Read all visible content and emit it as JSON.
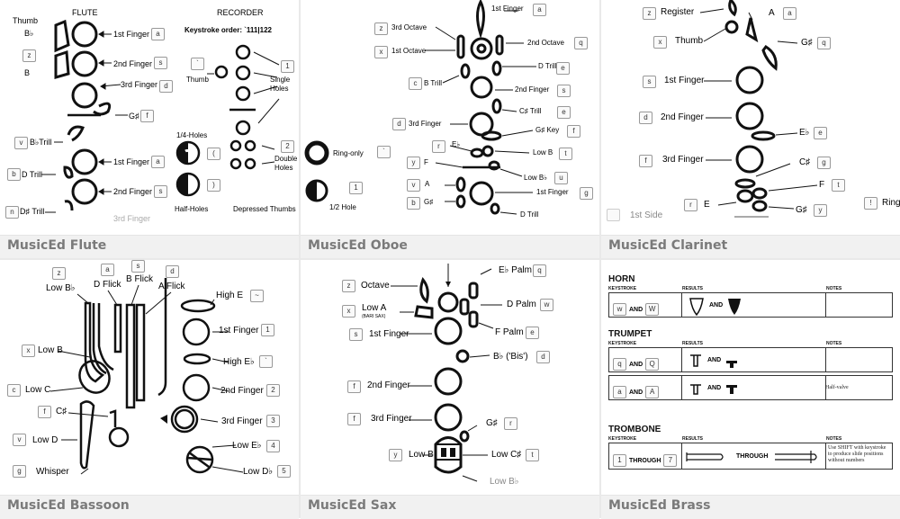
{
  "panels": {
    "flute": {
      "caption": "MusicEd Flute",
      "titles": {
        "flute": "FLUTE",
        "recorder": "RECORDER",
        "keystroke": "Keystroke order: `111|122"
      },
      "labels": {
        "thumb": "Thumb",
        "b_flat": "B♭",
        "b": "B",
        "first": "1st Finger",
        "second": "2nd Finger",
        "third": "3rd Finger",
        "gsharp": "G♯",
        "bflat_trill": "B♭Trill",
        "d_trill": "D Trill",
        "dsharp_trill": "D♯ Trill",
        "third_faded": "3rd Finger",
        "rec_thumb": "Thumb",
        "single_holes": "Single Holes",
        "double_holes": "Double Holes",
        "quarter_holes": "1/4-Holes",
        "half_holes": "Half-Holes",
        "depressed": "Depressed Thumbs"
      },
      "keys": {
        "a": "a",
        "s": "s",
        "d": "d",
        "f": "f",
        "z": "z",
        "dash": "–",
        "v": "v",
        "b": "b",
        "n": "n",
        "a2": "a",
        "s2": "s",
        "tick": "`",
        "one": "1",
        "two": "2",
        "paren_l": "(",
        "paren_r": ")"
      }
    },
    "oboe": {
      "caption": "MusicEd Oboe",
      "labels": {
        "first_top": "1st Finger",
        "third_octave": "3rd Octave",
        "first_octave": "1st Octave",
        "second_octave": "2nd Octave",
        "d_trill": "D Trill",
        "b_trill": "B Trill",
        "second": "2nd Finger",
        "csharp_trill": "C♯ Trill",
        "third": "3rd Finger",
        "gsharp_key": "G♯ Key",
        "e_flat": "E♭",
        "low_b": "Low B",
        "f": "F",
        "low_bflat": "Low B♭",
        "a": "A",
        "first": "1st Finger",
        "gsharp": "G♯",
        "d_trill2": "D Trill",
        "ring_only": "Ring-only",
        "half_hole": "1/2 Hole"
      },
      "keys": {
        "a": "a",
        "z": "z",
        "x": "x",
        "q": "q",
        "e": "e",
        "c": "c",
        "s": "s",
        "d": "d",
        "f": "f",
        "r": "r",
        "t": "t",
        "y": "y",
        "u": "u",
        "v": "v",
        "b": "b",
        "g": "g",
        "e2": "e",
        "tick": "`",
        "one": "1"
      }
    },
    "clarinet": {
      "caption": "MusicEd Clarinet",
      "labels": {
        "register": "Register",
        "a": "A",
        "thumb": "Thumb",
        "gsharp": "G♯",
        "first": "1st Finger",
        "second": "2nd Finger",
        "eflat": "E♭",
        "third": "3rd Finger",
        "csharp": "C♯",
        "f": "F",
        "e": "E",
        "gsharp2": "G♯",
        "first_side": "1st Side",
        "ring": "Ring"
      },
      "keys": {
        "z": "z",
        "a": "a",
        "x": "x",
        "q": "q",
        "s": "s",
        "d": "d",
        "e": "e",
        "f": "f",
        "g": "g",
        "t": "t",
        "r": "r",
        "y": "y",
        "excl": "!"
      }
    },
    "bassoon": {
      "caption": "MusicEd Bassoon",
      "labels": {
        "low_bflat": "Low B♭",
        "d_flick": "D Flick",
        "b_flick": "B Flick",
        "a_flick": "A Flick",
        "high_e": "High E",
        "first": "1st Finger",
        "low_b": "Low B",
        "high_eflat": "High E♭",
        "low_c": "Low C",
        "second": "2nd Finger",
        "csharp": "C♯",
        "third": "3rd Finger",
        "low_d": "Low D",
        "low_eflat": "Low E♭",
        "whisper": "Whisper",
        "low_dflat": "Low D♭"
      },
      "keys": {
        "z": "z",
        "a": "a",
        "s": "s",
        "d": "d",
        "tilde": "~",
        "one": "1",
        "x": "x",
        "tick": "`",
        "c": "c",
        "two": "2",
        "f": "f",
        "three": "3",
        "v": "v",
        "four": "4",
        "g": "g",
        "five": "5"
      }
    },
    "sax": {
      "caption": "MusicEd Sax",
      "labels": {
        "octave": "Octave",
        "eflat_palm": "E♭ Palm",
        "low_a": "Low A",
        "bari_sax": "(BARI SAX)",
        "d_palm": "D Palm",
        "first": "1st Finger",
        "f_palm": "F Palm",
        "bis": "B♭ ('Bis')",
        "second": "2nd Finger",
        "gsharp": "G♯",
        "third": "3rd Finger",
        "low_b": "Low B",
        "low_csharp": "Low C♯",
        "low_bflat": "Low B♭"
      },
      "keys": {
        "z": "z",
        "q": "q",
        "x": "x",
        "w": "w",
        "s": "s",
        "e": "e",
        "d": "d",
        "f": "f",
        "r": "r",
        "y": "y",
        "t": "t"
      }
    },
    "brass": {
      "caption": "MusicEd Brass",
      "horn": {
        "title": "HORN",
        "k1": "w",
        "k2": "W"
      },
      "trumpet": {
        "title": "TRUMPET",
        "r1k1": "q",
        "r1k2": "Q",
        "r2k1": "a",
        "r2k2": "A",
        "note2": "Half-valve"
      },
      "trombone": {
        "title": "TROMBONE",
        "k1": "1",
        "k2": "7",
        "note": "Use SHIFT with keystroke to produce slide positions without numbers"
      },
      "headers": {
        "keystroke": "KEYSTROKE",
        "results": "RESULTS",
        "notes": "NOTES"
      },
      "and": "AND",
      "through": "THROUGH"
    }
  },
  "colors": {
    "ink": "#111111",
    "key_border": "#999999",
    "caption": "#7a7a7a",
    "footer_bg": "#f1f1f1"
  }
}
